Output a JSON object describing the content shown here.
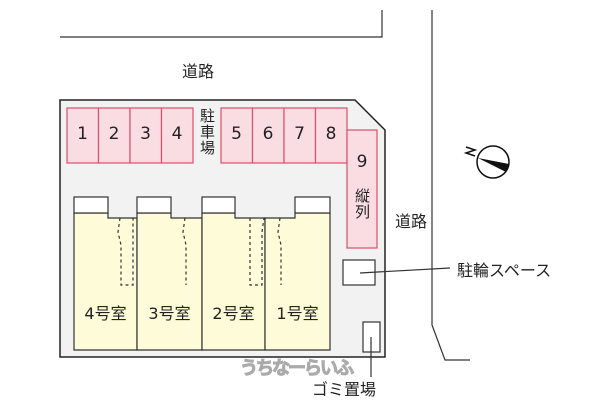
{
  "roads": {
    "top_label": "道路",
    "right_label": "道路"
  },
  "parking": {
    "label": "駐車場",
    "spaces": [
      "1",
      "2",
      "3",
      "4",
      "5",
      "6",
      "7",
      "8"
    ],
    "space9": {
      "number": "9",
      "note": "縦列"
    }
  },
  "rooms": [
    "4号室",
    "3号室",
    "2号室",
    "1号室"
  ],
  "bicycle_label": "駐輪スペース",
  "trash_label": "ゴミ置場",
  "watermark": "うちなーらいふ",
  "compass": {
    "direction": "N"
  },
  "colors": {
    "parking": "#f9dde3",
    "parking_border": "#d9506a",
    "room": "#fdfbd8",
    "site": "#f2f2f2"
  }
}
